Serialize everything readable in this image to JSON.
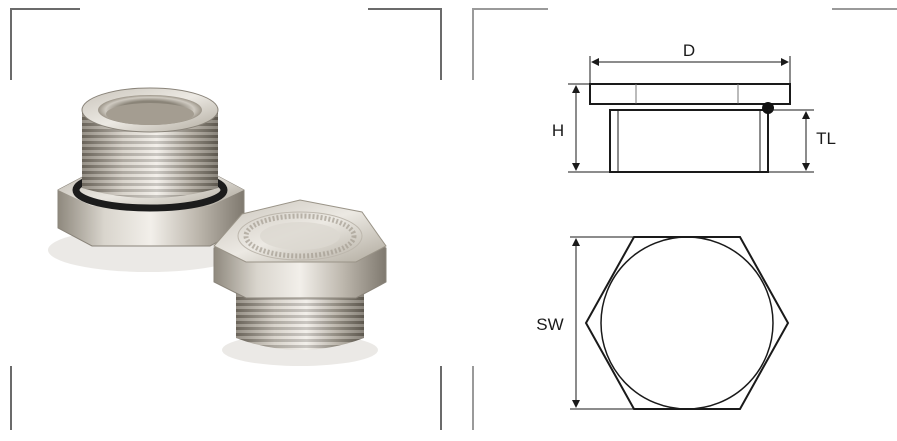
{
  "photo": {
    "alt_icon": "blanking-plug-photo"
  },
  "drawing": {
    "side_view": {
      "d_label": "D",
      "h_label": "H",
      "tl_label": "TL"
    },
    "top_view": {
      "sw_label": "SW"
    }
  },
  "colors": {
    "frame": "#6b6b6b",
    "line": "#1a1a1a",
    "metal_light": "#e6e3dd",
    "metal_mid": "#bdb7ad",
    "metal_dark": "#8d877c",
    "oring": "#1c1c1c"
  }
}
